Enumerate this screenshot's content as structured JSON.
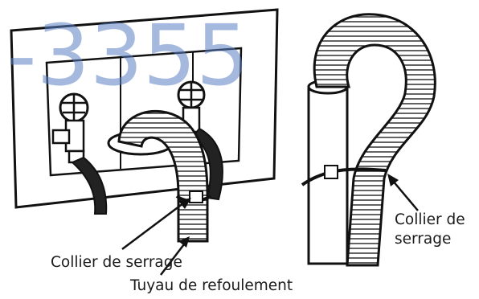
{
  "figure": {
    "watermark": "-3355",
    "labels": {
      "clamp_left": "Collier de serrage",
      "drain_hose": "Tuyau de refoulement",
      "clamp_right_line1": "Collier de",
      "clamp_right_line2": "serrage"
    }
  }
}
